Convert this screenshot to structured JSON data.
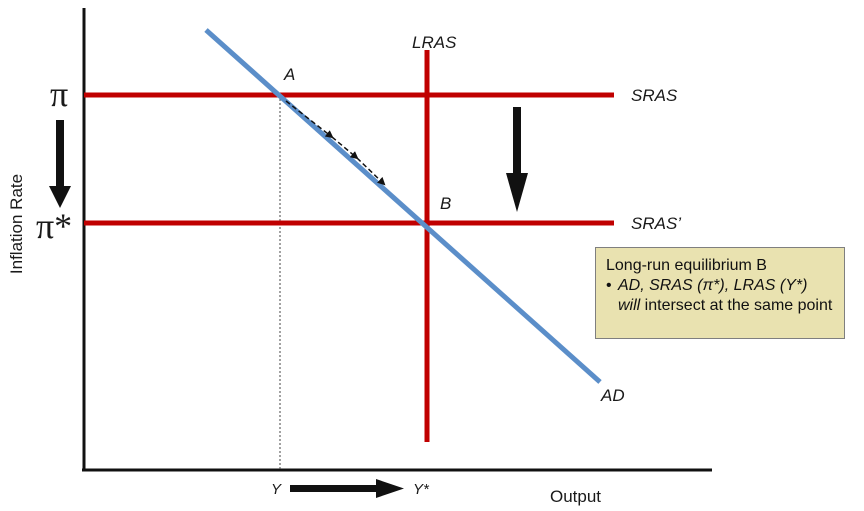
{
  "labels": {
    "pi": "π",
    "pi_star": "π*",
    "y_axis": "Inflation Rate",
    "x_axis": "Output",
    "y": "Y",
    "y_star": "Y*",
    "point_a": "A",
    "point_b": "B",
    "lras": "LRAS",
    "sras": "SRAS",
    "sras_prime": "SRAS’",
    "ad": "AD"
  },
  "callout": {
    "title": "Long-run equilibrium B",
    "bullet": "•",
    "line_italic": "AD, SRAS (π*), LRAS (Y*)",
    "will": "will",
    "line_rest": " intersect at the same point"
  },
  "colors": {
    "curve_red": "#c00000",
    "ad_blue": "#5b8ec9",
    "axis": "#111111",
    "callout_fill": "#e9e2b0"
  }
}
